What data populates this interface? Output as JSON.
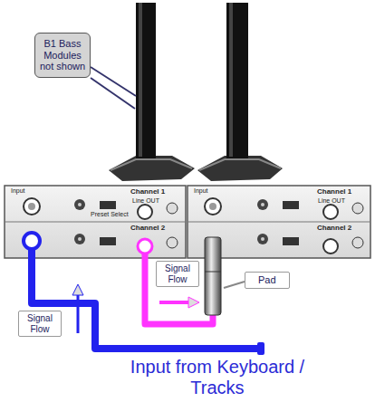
{
  "diagram": {
    "nodes": [
      {
        "text": [
          "B1 Bass Modules not shown"
        ]
      },
      {
        "text": [
          "Signal Flow"
        ]
      },
      {
        "text": [
          "Pad"
        ]
      },
      {
        "text": [
          "Signal Flow"
        ]
      }
    ],
    "labels": [
      "Input",
      "Channel 1",
      "Line OUT",
      "Preset Select",
      "Channel 2",
      "Input",
      "Channel 1",
      "Line OUT",
      "Channel 2",
      "Input from Keyboard / Tracks"
    ]
  }
}
